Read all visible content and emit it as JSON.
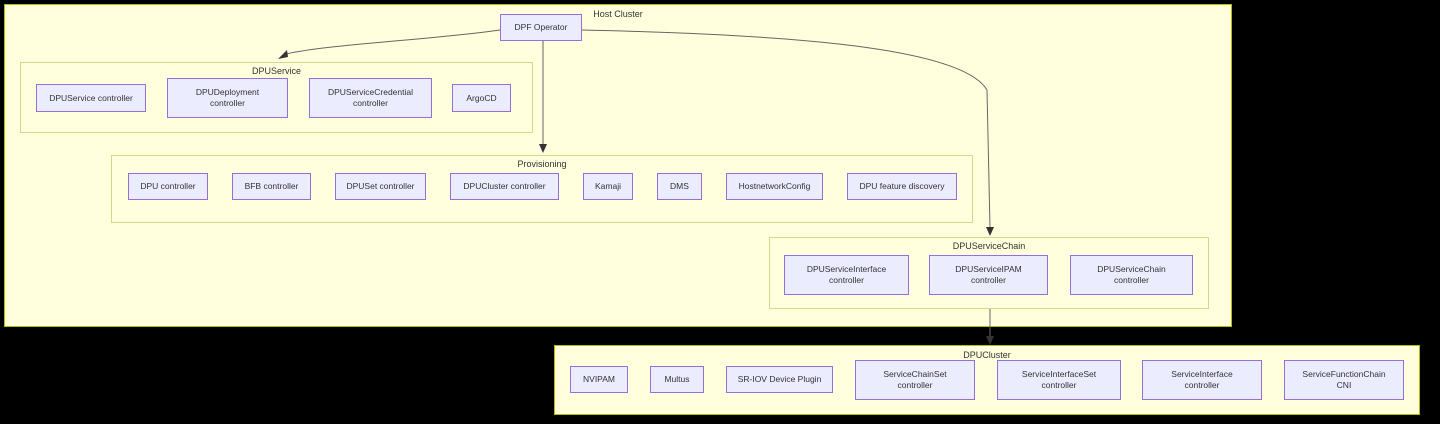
{
  "diagram": {
    "title_visible": false,
    "background_color": "#000000",
    "cluster_fill": "#ffffde",
    "cluster_border": "#bbbb00",
    "subgraph_border": "#d6d68c",
    "node_fill": "#ececff",
    "node_border": "#9370db",
    "edge_color": "#666666",
    "text_color": "#333333"
  },
  "host_cluster": {
    "label": "Host Cluster",
    "operator": {
      "label": "DPF Operator"
    },
    "dpuservice": {
      "label": "DPUService",
      "nodes": [
        {
          "label": "DPUService controller"
        },
        {
          "label": "DPUDeployment\ncontroller"
        },
        {
          "label": "DPUServiceCredential\ncontroller"
        },
        {
          "label": "ArgoCD"
        }
      ]
    },
    "provisioning": {
      "label": "Provisioning",
      "nodes": [
        {
          "label": "DPU controller"
        },
        {
          "label": "BFB controller"
        },
        {
          "label": "DPUSet controller"
        },
        {
          "label": "DPUCluster controller"
        },
        {
          "label": "Kamaji"
        },
        {
          "label": "DMS"
        },
        {
          "label": "HostnetworkConfig"
        },
        {
          "label": "DPU feature discovery"
        }
      ]
    },
    "dpuservicechain": {
      "label": "DPUServiceChain",
      "nodes": [
        {
          "label": "DPUServiceInterface\ncontroller"
        },
        {
          "label": "DPUServiceIPAM\ncontroller"
        },
        {
          "label": "DPUServiceChain\ncontroller"
        }
      ]
    }
  },
  "dpu_cluster": {
    "label": "DPUCluster",
    "nodes": [
      {
        "label": "NVIPAM"
      },
      {
        "label": "Multus"
      },
      {
        "label": "SR-IOV Device Plugin"
      },
      {
        "label": "ServiceChainSet\ncontroller"
      },
      {
        "label": "ServiceInterfaceSet\ncontroller"
      },
      {
        "label": "ServiceInterface\ncontroller"
      },
      {
        "label": "ServiceFunctionChain\nCNI"
      }
    ]
  },
  "edges": [
    {
      "from": "DPF Operator",
      "to": "DPUService"
    },
    {
      "from": "DPF Operator",
      "to": "Provisioning"
    },
    {
      "from": "DPF Operator",
      "to": "DPUServiceChain"
    },
    {
      "from": "DPUServiceChain",
      "to": "DPUCluster"
    }
  ]
}
